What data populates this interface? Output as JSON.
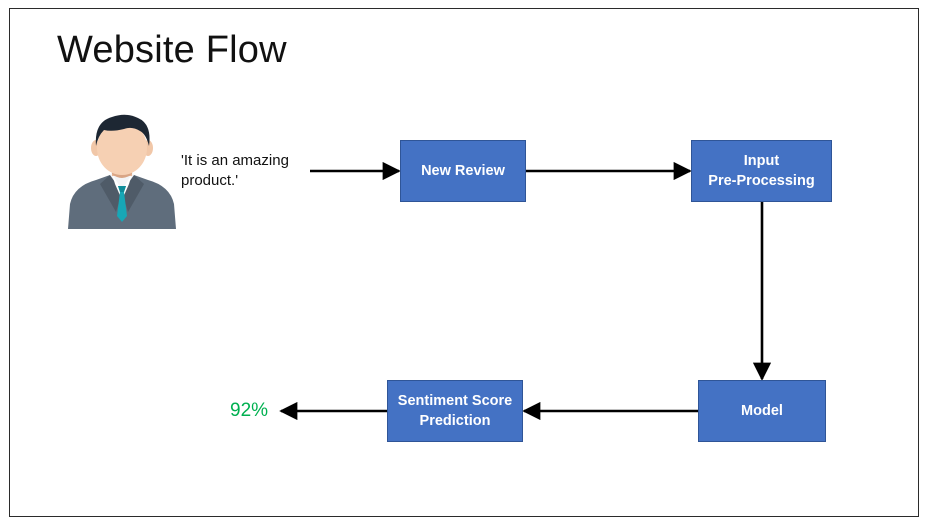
{
  "slide": {
    "title": "Website Flow"
  },
  "user": {
    "icon": "businessman-avatar-icon",
    "quote_line1": "'It is an amazing",
    "quote_line2": "product.'"
  },
  "steps": {
    "new_review": {
      "line1": "New Review"
    },
    "preprocess": {
      "line1": "Input",
      "line2": "Pre-Processing"
    },
    "model": {
      "line1": "Model"
    },
    "sentiment": {
      "line1": "Sentiment Score",
      "line2": "Prediction"
    }
  },
  "result": {
    "value": "92%"
  },
  "colors": {
    "box_fill": "#4472c4",
    "box_border": "#2f5597",
    "result_text": "#00b050",
    "arrow": "#000000"
  }
}
